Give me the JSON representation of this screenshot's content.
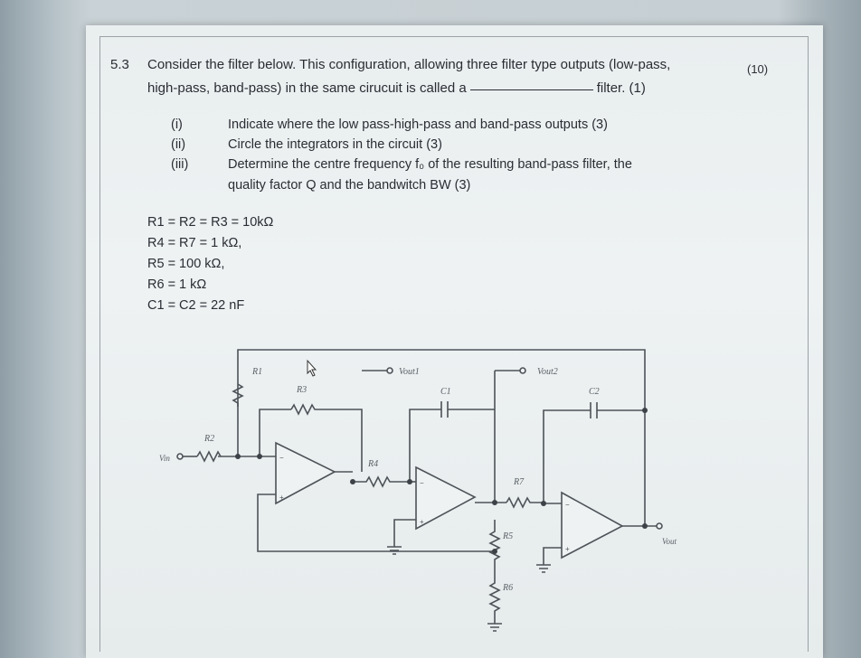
{
  "question": {
    "number": "5.3",
    "line1": "Consider the filter below. This configuration, allowing three filter type outputs (low-pass,",
    "marks": "(10)",
    "line2_pre": "high-pass, band-pass) in the same cirucuit is called a",
    "line2_post": "filter. (1)"
  },
  "items": [
    {
      "num": "(i)",
      "text": "Indicate where the low pass-high-pass and band-pass outputs (3)"
    },
    {
      "num": "(ii)",
      "text": "Circle the integrators in the circuit (3)"
    },
    {
      "num": "(iii)",
      "text": "Determine the centre frequency f₀ of the resulting band-pass filter, the"
    }
  ],
  "item3_cont": "quality factor Q and the bandwitch BW (3)",
  "component_values": [
    "R1 = R2 = R3 = 10kΩ",
    "R4 = R7 = 1 kΩ,",
    "R5 = 100 kΩ,",
    "R6 = 1 kΩ",
    "C1 = C2 = 22 nF"
  ],
  "circuit": {
    "labels": {
      "r1": "R1",
      "r2": "R2",
      "r3": "R3",
      "r4": "R4",
      "r5": "R5",
      "r6": "R6",
      "r7": "R7",
      "c1": "C1",
      "c2": "C2",
      "vin": "Vin",
      "vout1": "Vout1",
      "vout2": "Vout2",
      "vout": "Vout"
    }
  }
}
